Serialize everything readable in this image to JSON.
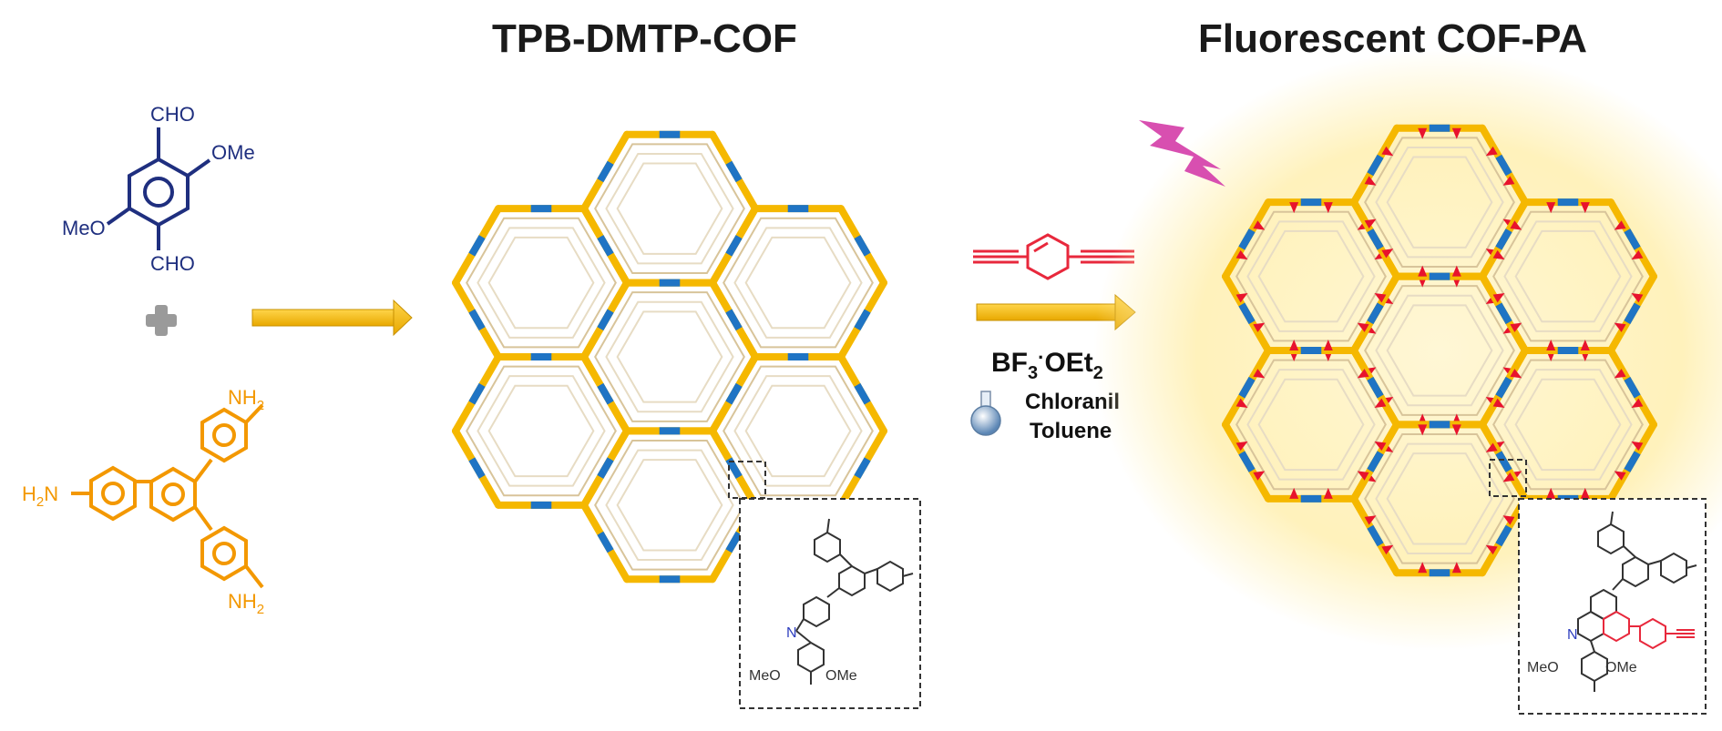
{
  "titles": {
    "left": "TPB-DMTP-COF",
    "right": "Fluorescent COF-PA"
  },
  "aldehyde": {
    "cho_top": "CHO",
    "cho_bottom": "CHO",
    "ome_right": "OMe",
    "meo_left": "MeO",
    "color": "#1f2f7f"
  },
  "plus": {
    "color": "#9a9a9a"
  },
  "amine": {
    "nh2_top": "NH",
    "nh2_left": "H",
    "nh2_bottom": "NH",
    "sub2": "2",
    "color": "#f39800"
  },
  "reaction": {
    "reagent": "BF",
    "reagent_sub": "3",
    "reagent_dot": "·",
    "reagent_rest": "OEt",
    "reagent_rest_sub": "2",
    "line1": "Chloranil",
    "line2": "Toluene",
    "alkyne_color": "#e8283c"
  },
  "inset_left": {
    "n_label": "N",
    "meo": "MeO",
    "ome": "OMe"
  },
  "inset_right": {
    "n_label": "N",
    "meo": "MeO",
    "ome": "OMe"
  },
  "colors": {
    "arrow": "#f5b800",
    "cof_edge": "#f5b800",
    "cof_link": "#1f74c4",
    "pa_marker": "#e8132d",
    "glow": "#fff1b8",
    "lightning": "#d84fb0"
  }
}
